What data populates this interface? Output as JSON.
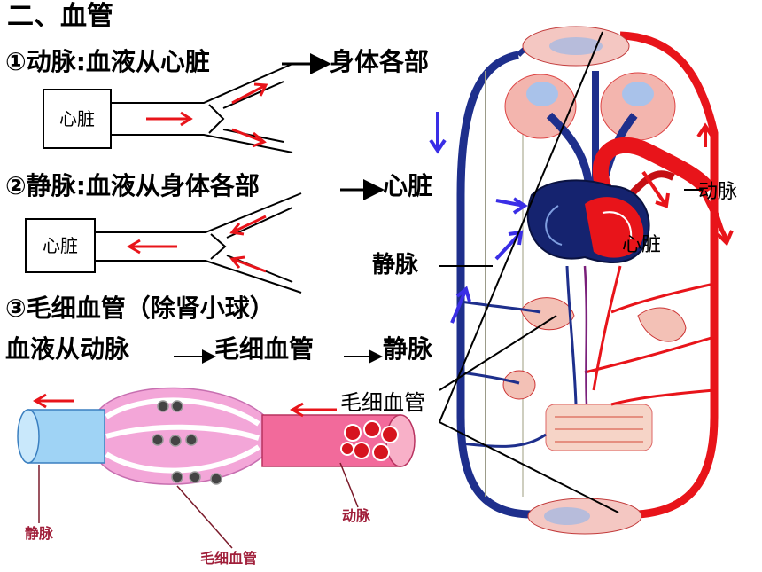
{
  "section_title": "二、血管",
  "artery": {
    "line": "①动脉:血液从心脏",
    "dest": "身体各部"
  },
  "vein": {
    "line": "②静脉:血液从身体各部",
    "dest": "心脏"
  },
  "capillary": {
    "line": "③毛细血管（除肾小球）",
    "flow": {
      "start": "血液从动脉",
      "mid": "毛细血管",
      "end": "静脉"
    }
  },
  "box_labels": {
    "heart_top": "心脏",
    "heart_bottom": "心脏"
  },
  "bottom_labels": {
    "vein": "静脉",
    "artery": "动脉",
    "capillary": "毛细血管"
  },
  "body_labels": {
    "artery": "动脉",
    "heart": "心脏",
    "vein": "静脉",
    "capillary": "毛细血管"
  },
  "colors": {
    "artery": "#e8141a",
    "vein": "#1e2f8c",
    "arrow_blue": "#3a2ee6",
    "capillary": "#f3a6d8",
    "label_red": "#a01f3a"
  }
}
